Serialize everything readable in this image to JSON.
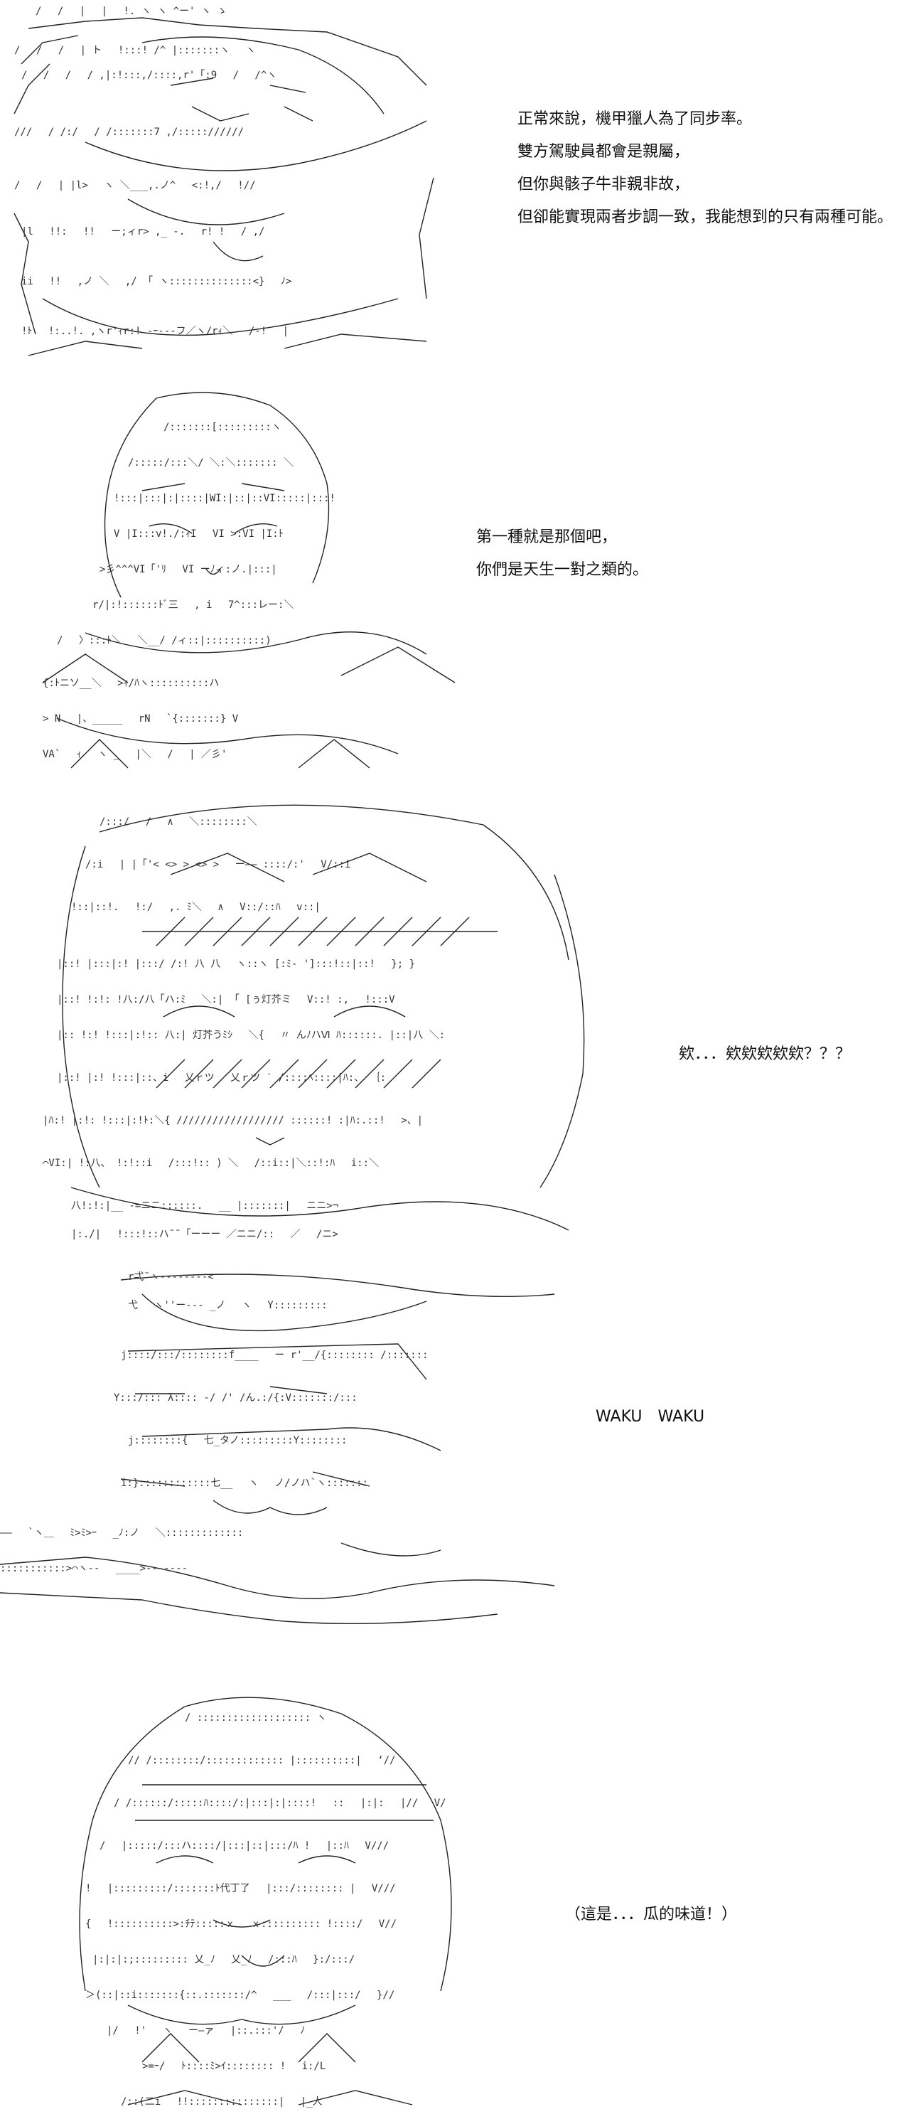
{
  "panels": [
    {
      "id": "panel-1",
      "dialogue": [
        "正常來說，機甲獵人為了同步率。",
        "雙方駕駛員都會是親屬，",
        "但你與骸子牛非親非故，",
        "但卻能實現兩者步調一致，我能想到的只有兩種可能。"
      ]
    },
    {
      "id": "panel-2",
      "dialogue": [
        "第一種就是那個吧，",
        "你們是天生一對之類的。"
      ]
    },
    {
      "id": "panel-3",
      "dialogue": [
        "欸．．．欸欸欸欸欸？？？"
      ]
    },
    {
      "id": "panel-4",
      "dialogue": [
        "WAKU　WAKU"
      ]
    },
    {
      "id": "panel-5",
      "dialogue": [
        "（這是．．．瓜的味道！）"
      ]
    }
  ]
}
